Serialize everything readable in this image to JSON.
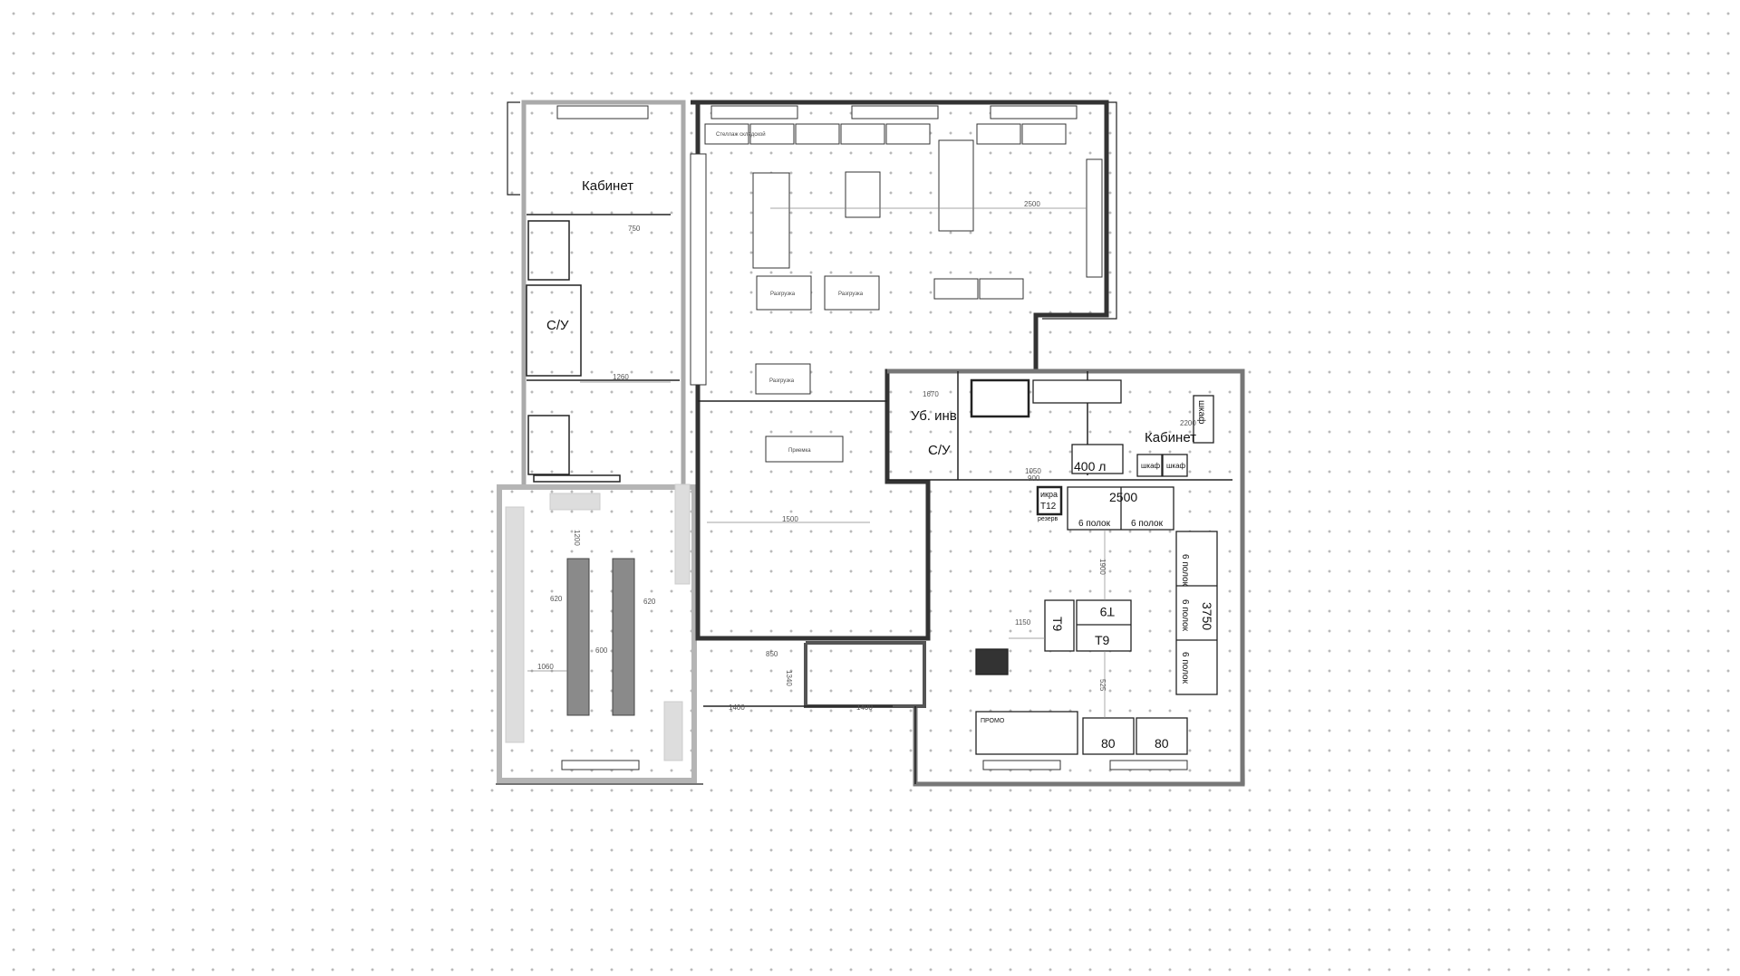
{
  "plan": {
    "rooms": {
      "office_left": "Кабинет",
      "wc_left": "С/У",
      "cleaning": "Уб. инв",
      "wc_right": "С/У",
      "office_right": "Кабинет"
    },
    "equipment": {
      "tank": "400 л",
      "cold_room_size": "2500",
      "shelves_1": "6 полок",
      "shelves_2": "6 полок",
      "shelves_3": "6 полок",
      "shelves_4": "6 полок",
      "shelves_5": "6 полок",
      "cold_room_size_2": "3750",
      "table_1": "T9",
      "table_2": "T9",
      "table_3": "T9",
      "caviar": "икра",
      "caviar_code": "T12",
      "reserve": "резерв",
      "freezer_1": "80",
      "freezer_2": "80",
      "cabinet": "шкаф",
      "cabinet_1": "шкаф",
      "cabinet_2": "шкаф",
      "shelf_label": "Стеллаж складской",
      "unload_1": "Разгрузка",
      "unload_2": "Разгрузка",
      "unload_3": "Разгрузка",
      "reception": "Приемка",
      "promo": "ПРОМО"
    },
    "dimensions": {
      "d1260": "1260",
      "d1050": "1050",
      "d900": "900",
      "d1060": "1060",
      "d620a": "620",
      "d620b": "620",
      "d600": "600",
      "d1400a": "1400",
      "d1400b": "1400",
      "d1340": "1340",
      "d850": "850",
      "d1150": "1150",
      "d1900": "1900",
      "d525": "525",
      "d2200": "2200",
      "d1670": "1670",
      "d750": "750",
      "d1200": "1200",
      "d1500": "1500",
      "d2500": "2500"
    }
  }
}
